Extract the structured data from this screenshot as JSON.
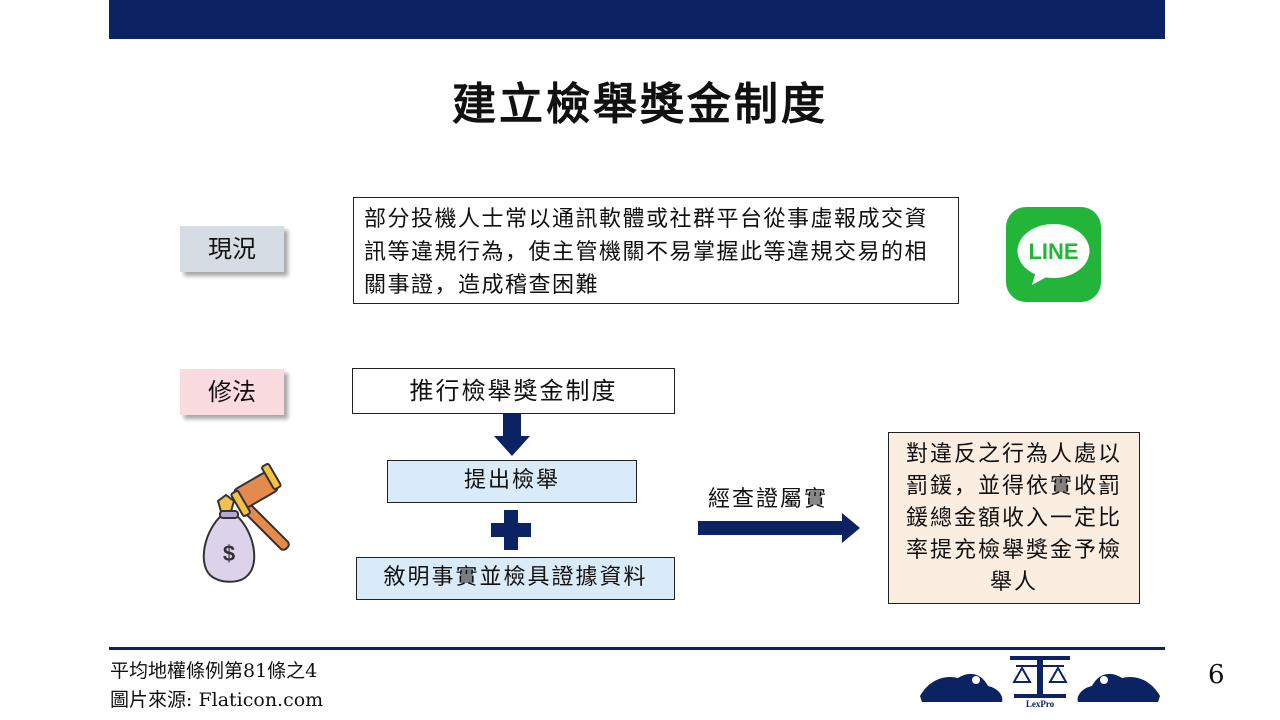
{
  "slide": {
    "title": "建立檢舉獎金制度",
    "page_number": "6"
  },
  "current": {
    "label": "現況",
    "description": "部分投機人士常以通訊軟體或社群平台從事虛報成交資訊等違規行為，使主管機關不易掌握此等違規交易的相關事證，造成稽查困難"
  },
  "line_logo": {
    "text": "LINE",
    "color": "#22b53a"
  },
  "amendment": {
    "label": "修法",
    "policy": "推行檢舉獎金制度",
    "step_report": "提出檢舉",
    "step_evidence": "敘明事實並檢具證據資料",
    "verify_label": "經查證屬實",
    "result": "對違反之行為人處以罰鍰，並得依實收罰鍰總金額收入一定比率提充檢舉獎金予檢舉人"
  },
  "footer": {
    "law_reference": "平均地權條例第81條之4",
    "image_source": "圖片來源: Flaticon.com",
    "logo_text": "LexPro"
  },
  "colors": {
    "navy": "#0b2263",
    "label_current_bg": "#d6dce4",
    "label_amend_bg": "#fadbe0",
    "step_bg": "#d9ebf9",
    "result_bg": "#fbeee0"
  }
}
